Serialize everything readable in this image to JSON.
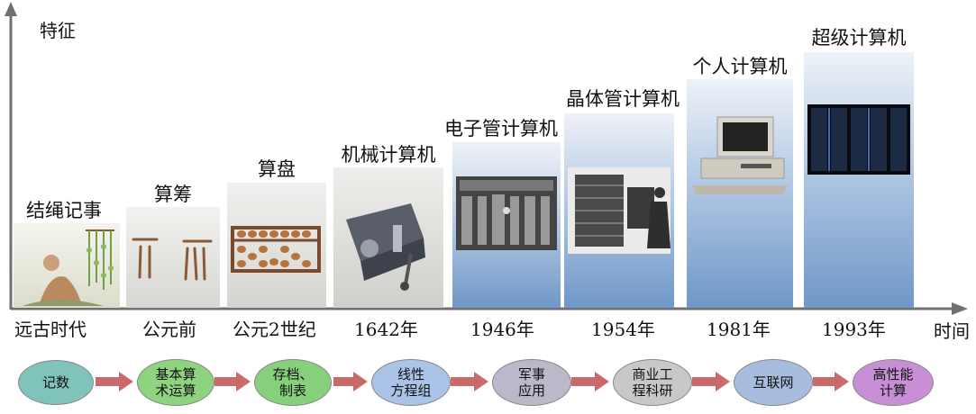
{
  "axis": {
    "y_label": "特征",
    "x_label": "时间"
  },
  "stages": [
    {
      "name": "结绳记事",
      "era": "远古时代"
    },
    {
      "name": "算筹",
      "era": "公元前"
    },
    {
      "name": "算盘",
      "era": "公元2世纪"
    },
    {
      "name": "机械计算机",
      "era": "1642年"
    },
    {
      "name": "电子管计算机",
      "era": "1946年"
    },
    {
      "name": "晶体管计算机",
      "era": "1954年"
    },
    {
      "name": "个人计算机",
      "era": "1981年"
    },
    {
      "name": "超级计算机",
      "era": "1993年"
    }
  ],
  "uses": [
    {
      "text": "记数",
      "color": "#7fc3bb"
    },
    {
      "text": "基本算\n术运算",
      "color": "#8fd27f"
    },
    {
      "text": "存档、\n制表",
      "color": "#86cf7b"
    },
    {
      "text": "线性\n方程组",
      "color": "#a9c4e6"
    },
    {
      "text": "军事\n应用",
      "color": "#b9b9c9"
    },
    {
      "text": "商业工\n程科研",
      "color": "#c8c8c8"
    },
    {
      "text": "互联网",
      "color": "#a6bde0"
    },
    {
      "text": "高性能\n计算",
      "color": "#c98fd6"
    }
  ],
  "colors": {
    "arrow": "#c96b6b",
    "axis": "#707070"
  }
}
